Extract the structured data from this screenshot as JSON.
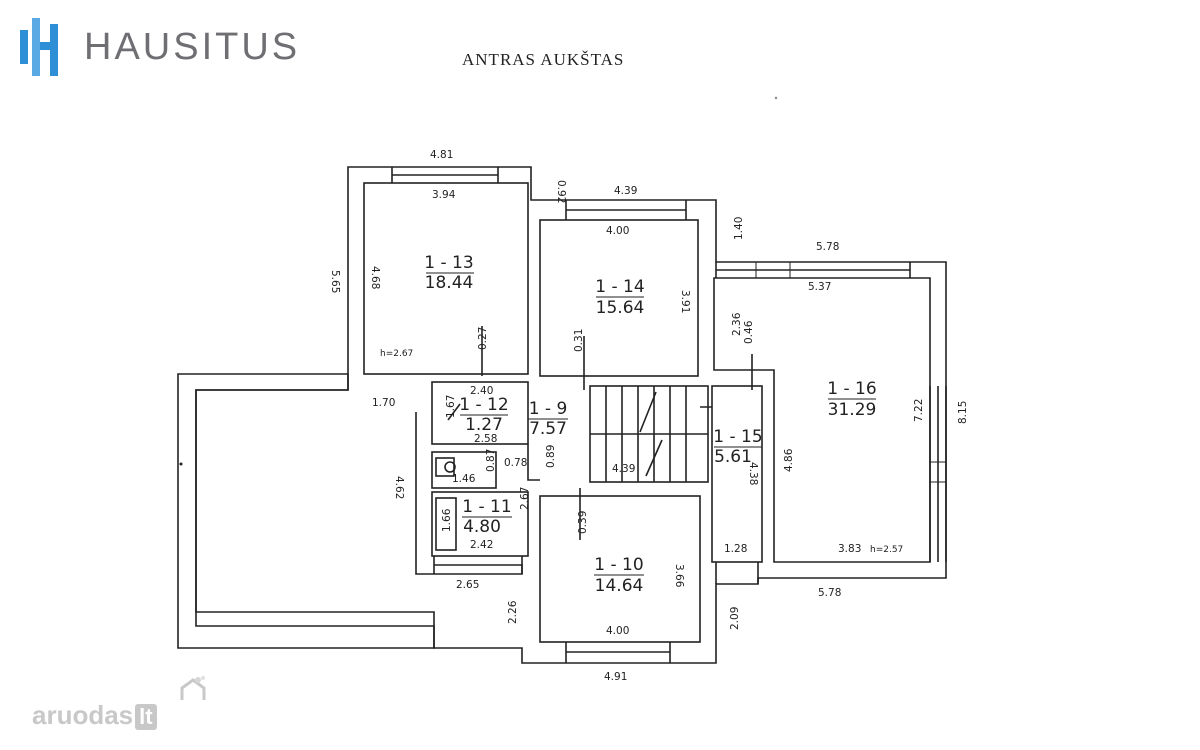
{
  "branding": {
    "logo_text": "HAUSITUS",
    "title": "ANTRAS AUKŠTAS",
    "watermark": "aruodas",
    "watermark_badge": "lt",
    "colors": {
      "logo_blue": "#2f8fd6",
      "logo_gray": "#6f6f73",
      "line": "#222222",
      "watermark": "#c8c8c8"
    }
  },
  "rooms": [
    {
      "id": "1 - 13",
      "area": "18.44"
    },
    {
      "id": "1 - 14",
      "area": "15.64"
    },
    {
      "id": "1 - 16",
      "area": "31.29"
    },
    {
      "id": "1 - 12",
      "area": "1.27"
    },
    {
      "id": "1 - 9",
      "area": "7.57"
    },
    {
      "id": "1 - 15",
      "area": "5.61"
    },
    {
      "id": "1 - 11",
      "area": "4.80"
    },
    {
      "id": "1 - 10",
      "area": "14.64"
    }
  ],
  "dimensions": [
    "4.81",
    "3.94",
    "0.92",
    "4.39",
    "4.00",
    "1.40",
    "5.78",
    "5.37",
    "5.65",
    "4.68",
    "3.91",
    "2.36",
    "0.46",
    "0.27",
    "0.31",
    "h=2.67",
    "2.40",
    "1.70",
    "1.67",
    "2.58",
    "1.46",
    "0.87",
    "0.78",
    "0.89",
    "4.39",
    "4.86",
    "4.38",
    "7.22",
    "8.15",
    "4.62",
    "2.67",
    "1.66",
    "2.42",
    "0.39",
    "3.66",
    "1.28",
    "3.83",
    "h=2.57",
    "2.65",
    "5.78",
    "2.26",
    "2.09",
    "4.00",
    "4.91"
  ]
}
